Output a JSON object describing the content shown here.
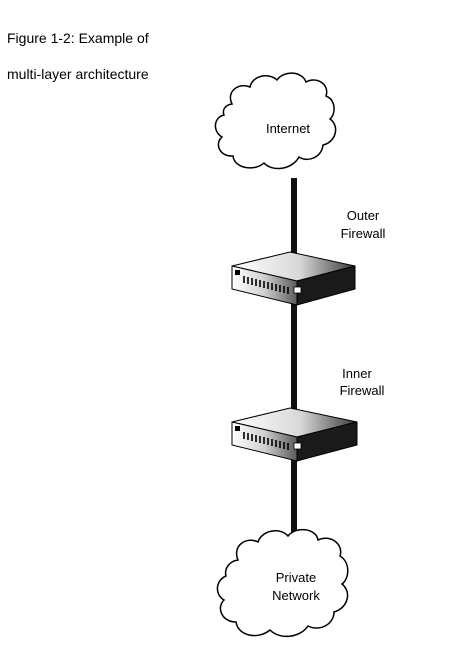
{
  "figure": {
    "title_line1": "Figure 1-2: Example of",
    "title_line2": "multi-layer architecture"
  },
  "nodes": {
    "internet": {
      "label": "Internet",
      "icon": "cloud-icon"
    },
    "outer_firewall": {
      "label_line1": "Outer",
      "label_line2": "Firewall",
      "icon": "firewall-device-icon"
    },
    "inner_firewall": {
      "label_line1": "Inner",
      "label_line2": "Firewall",
      "icon": "firewall-device-icon"
    },
    "private_network": {
      "label_line1": "Private",
      "label_line2": "Network",
      "icon": "cloud-icon"
    }
  },
  "colors": {
    "line": "#111111",
    "cloud_fill": "#ffffff",
    "device_dark": "#1a1a1a"
  }
}
